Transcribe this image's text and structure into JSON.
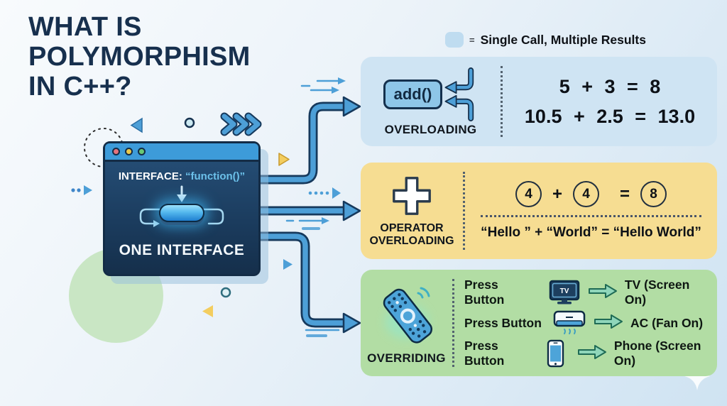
{
  "title": {
    "line1": "WHAT IS",
    "line2": "POLYMORPHISM",
    "line3": "IN C++?"
  },
  "legend": {
    "equals": "=",
    "label": "Single Call, Multiple Results"
  },
  "window": {
    "interface_label": "INTERFACE:",
    "interface_value": "“function()”",
    "caption": "ONE INTERFACE"
  },
  "overloading": {
    "label": "OVERLOADING",
    "function_name": "add()",
    "equation1": "5 + 3 = 8",
    "equation2": "10.5 + 2.5 = 13.0"
  },
  "operator_overloading": {
    "label_line1": "OPERATOR",
    "label_line2": "OVERLOADING",
    "n1": "4",
    "op": "+",
    "n2": "4",
    "eq": "=",
    "result": "8",
    "string_equation": "“Hello ” + “World” = “Hello World”"
  },
  "overriding": {
    "label": "OVERRIDING",
    "tv_label": "TV",
    "rows": [
      {
        "action": "Press Button",
        "device": "tv",
        "result": "TV (Screen On)"
      },
      {
        "action": "Press Button",
        "device": "ac",
        "result": "AC (Fan On)"
      },
      {
        "action": "Press Button",
        "device": "phone",
        "result": "Phone (Screen On)"
      }
    ]
  },
  "icons": {
    "legend_swatch": "blue-rounded-square",
    "overloading_arrows": "return-arrows",
    "operator_plus": "plus-sign",
    "overriding_remote": "remote-control",
    "device_tv": "television",
    "device_ac": "air-conditioner",
    "device_phone": "smartphone",
    "result_arrow": "double-arrow-right",
    "window_controls": "traffic-lights"
  },
  "colors": {
    "background": "#e9f2f9",
    "title_text": "#17304e",
    "accent_blue": "#4d9fd7",
    "outline_navy": "#16395c",
    "panel_overloading": "#cfe4f3",
    "panel_operator": "#f6dd92",
    "panel_overriding": "#b2dda4",
    "window_body": "#1e3f5f",
    "window_titlebar": "#3d9bd9",
    "button_glow": "#3fb4f2",
    "teal_arrow_fill": "#8fd6ba"
  }
}
